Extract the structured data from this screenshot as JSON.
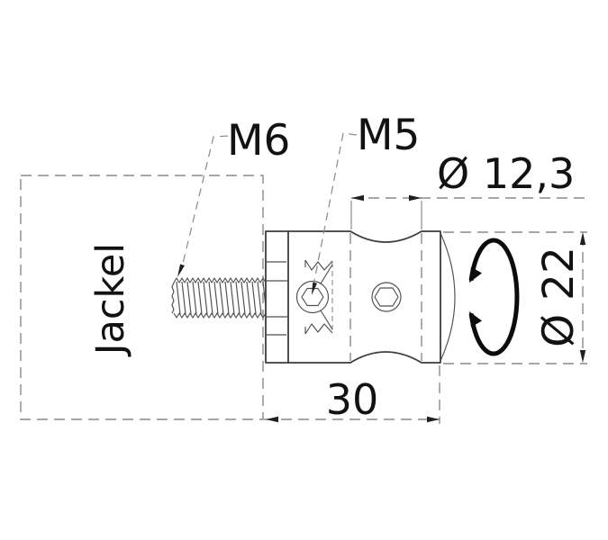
{
  "drawing": {
    "brand_label": "Jackel",
    "labels": {
      "stud_thread": "M6",
      "set_screw_thread": "M5"
    },
    "dimensions": {
      "groove_diameter": "Ø 12,3",
      "body_diameter": "Ø 22",
      "body_length": "30"
    },
    "colors": {
      "solid_line": "#3d3d3d",
      "dashed_line": "#8a8a8a",
      "text": "#121212",
      "background": "#ffffff"
    }
  }
}
